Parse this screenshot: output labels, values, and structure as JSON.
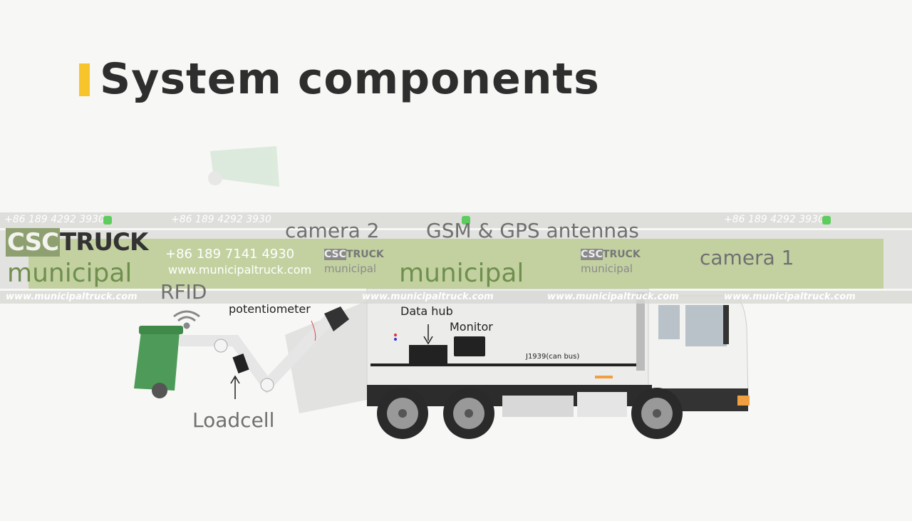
{
  "title": "System components",
  "accent_color": "#f7c52b",
  "labels": {
    "camera2": "camera 2",
    "gsm": "GSM & GPS antennas",
    "camera1": "camera 1",
    "rfid": "RFID",
    "potentiometer": "potentiometer",
    "data_hub": "Data hub",
    "monitor": "Monitor",
    "can_bus": "J1939(can bus)",
    "loadcell": "Loadcell"
  },
  "watermark": {
    "phone_top": "+86 189 4292 3930",
    "phone_mid": "+86 189 7141 4930",
    "url": "www.municipaltruck.com",
    "logo_a": "CSC",
    "logo_b": "TRUCK",
    "logo_sub": "municipal",
    "whatsapp_icon": "whatsapp-icon"
  }
}
